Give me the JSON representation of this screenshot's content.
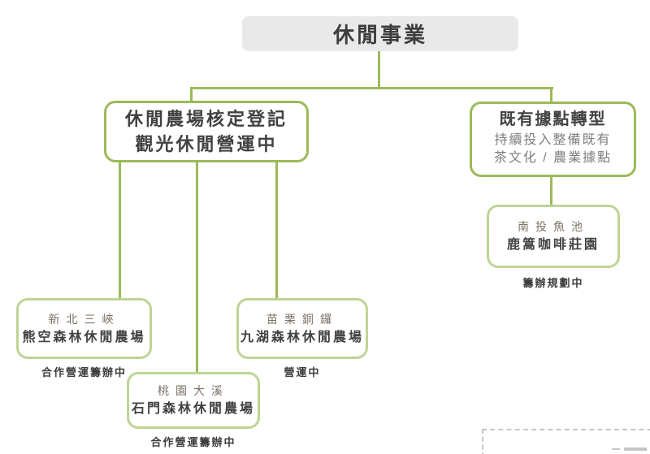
{
  "palette": {
    "connector_green": "#9cba58",
    "child_border_green": "#bed496",
    "root_box_bg": "#e9e9e9",
    "title_dark": "#414141",
    "subtitle_gray": "#7e7e7e",
    "location_gray": "#7c7166",
    "status_dark": "#3d3d3d",
    "dashed_border_gray": "#c6c6c6"
  },
  "root": {
    "title": "休閒事業"
  },
  "left_branch": {
    "title_line1": "休閒農場核定登記",
    "title_line2": "觀光休閒營運中",
    "children": [
      {
        "location": "新北三峽",
        "name": "熊空森林休閒農場",
        "status": "合作營運籌辦中"
      },
      {
        "location": "桃園大溪",
        "name": "石門森林休閒農場",
        "status": "合作營運籌辦中"
      },
      {
        "location": "苗栗銅鑼",
        "name": "九湖森林休閒農場",
        "status": "營運中"
      }
    ]
  },
  "right_branch": {
    "title": "既有據點轉型",
    "subtitle_line1": "持續投入整備既有",
    "subtitle_line2": "茶文化 / 農業據點",
    "child": {
      "location": "南投魚池",
      "name": "鹿篙咖啡莊園",
      "status": "籌辦規劃中"
    }
  }
}
